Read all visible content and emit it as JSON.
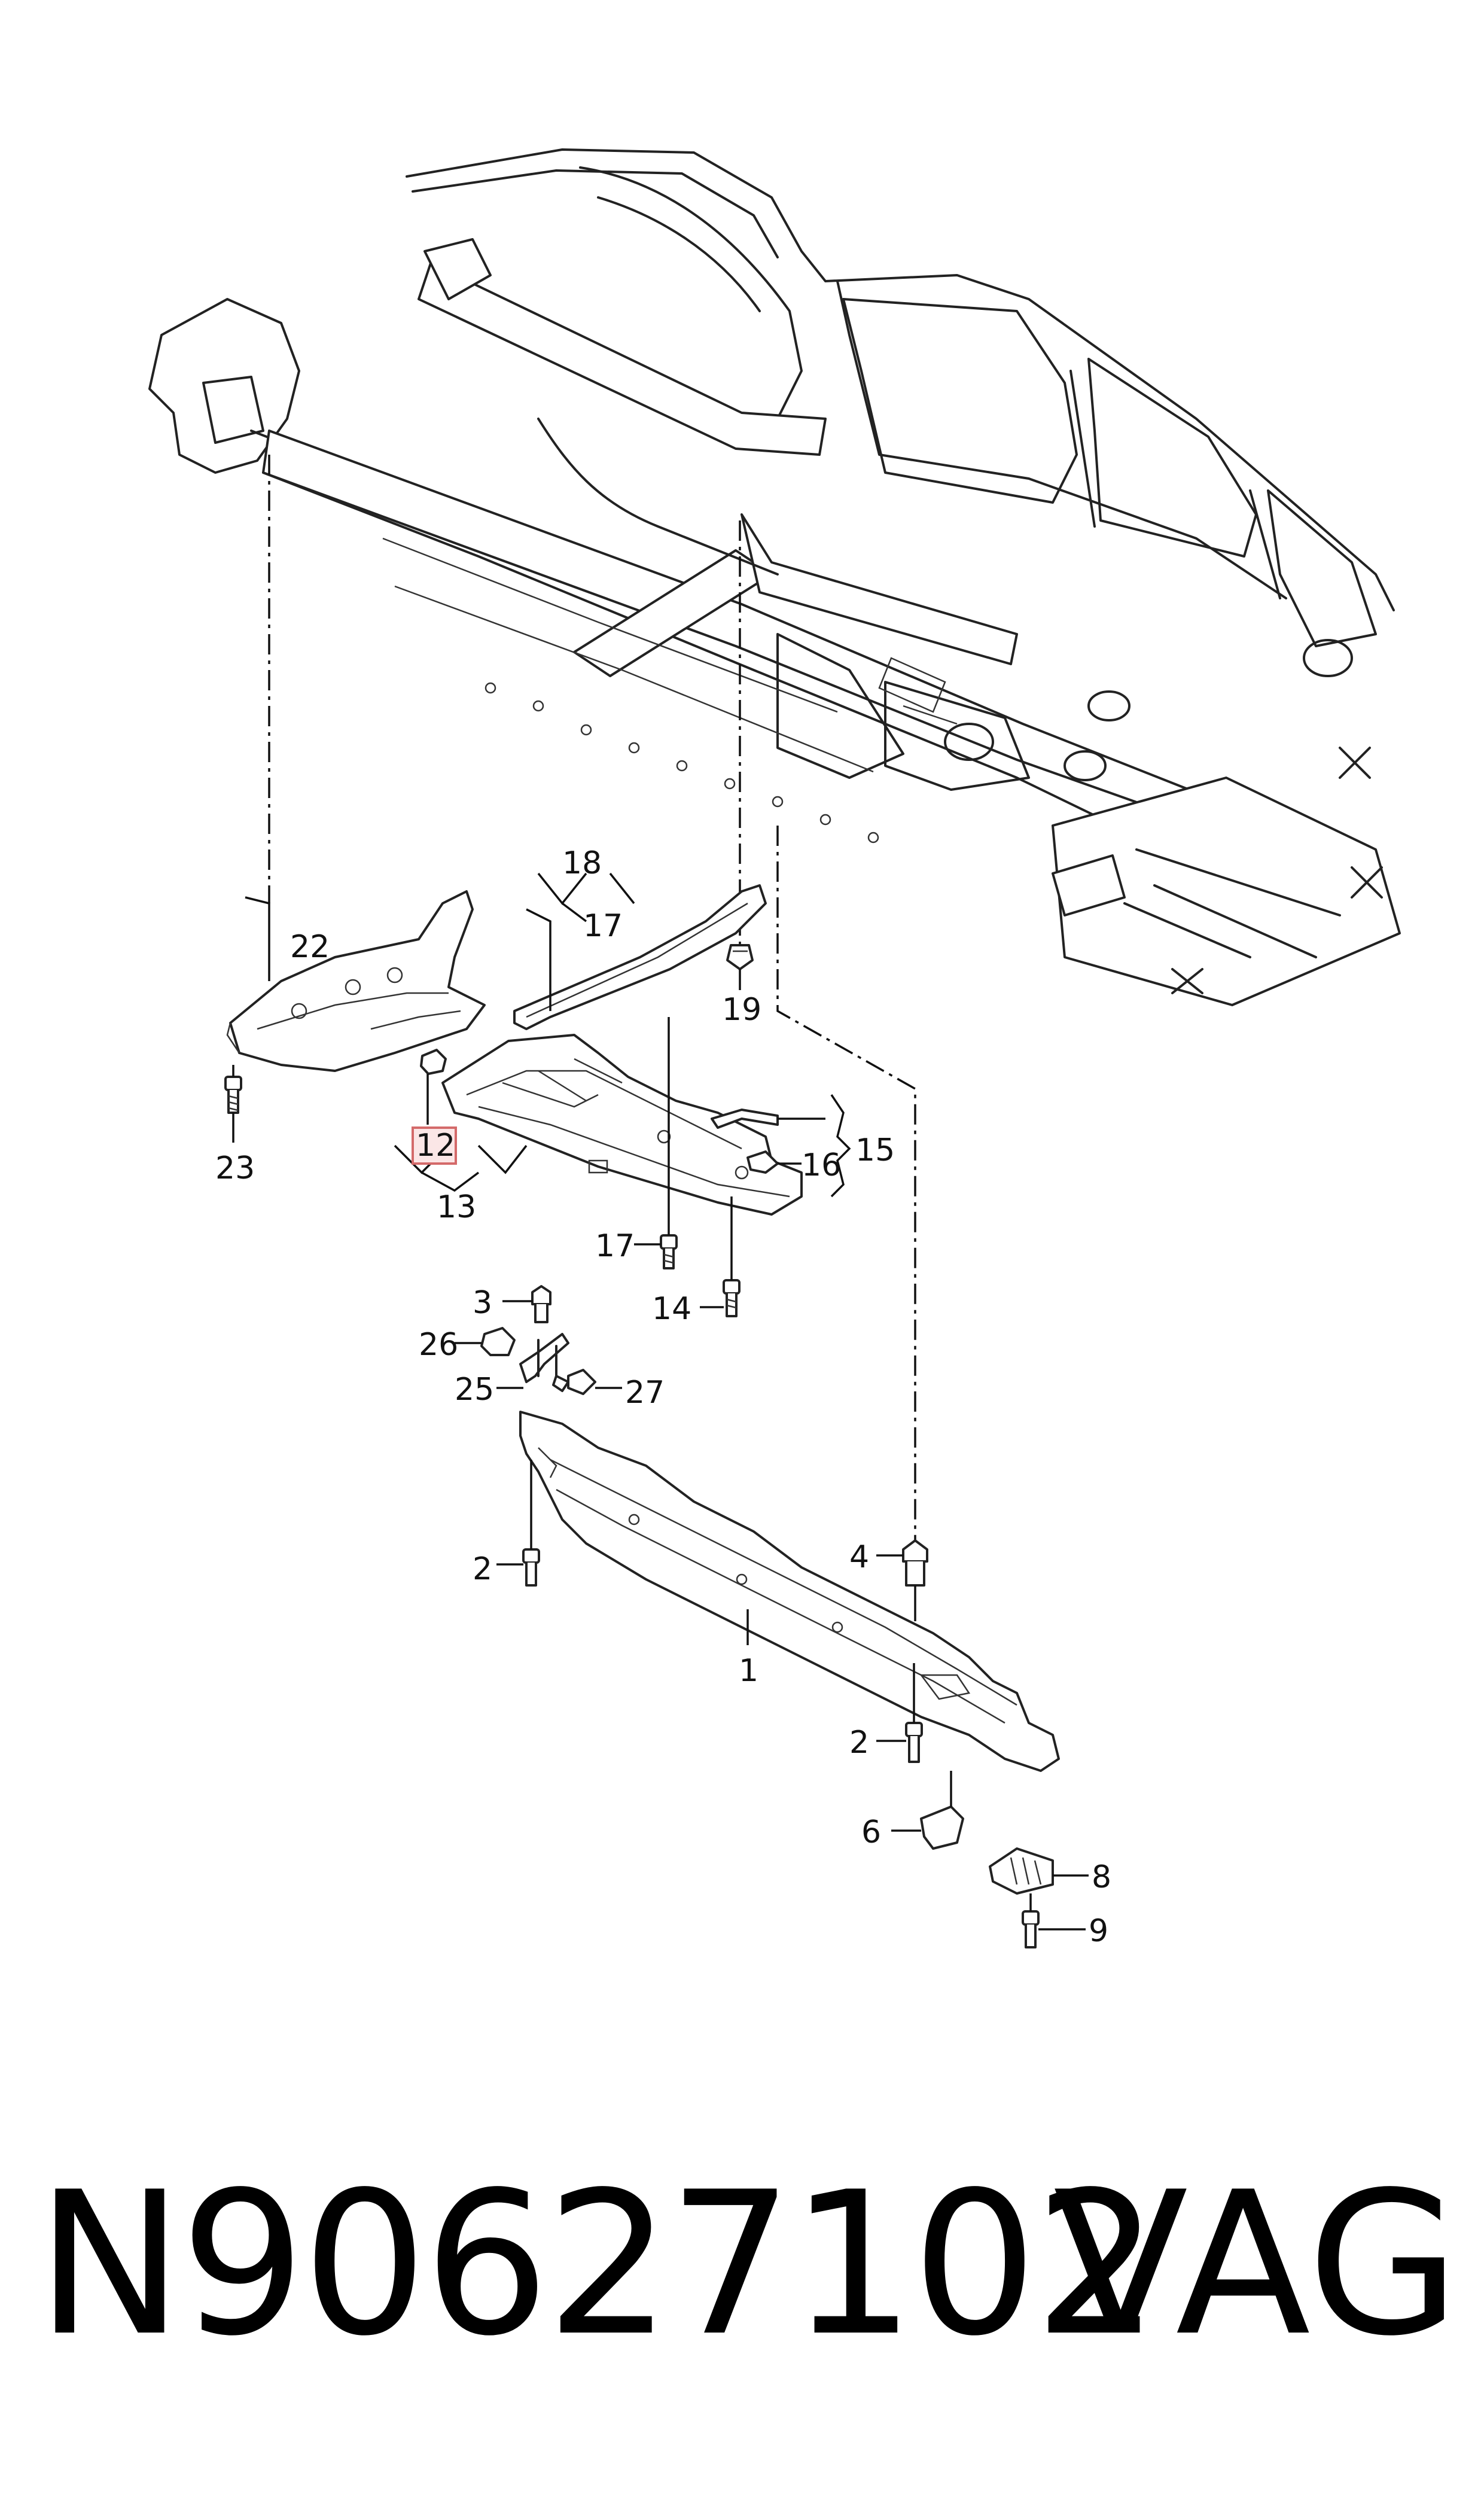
{
  "diagram": {
    "labels": {
      "p1": "1",
      "p2a": "2",
      "p2b": "2",
      "p3": "3",
      "p4": "4",
      "p6": "6",
      "p8": "8",
      "p9": "9",
      "p12": "12",
      "p13": "13",
      "p14": "14",
      "p15": "15",
      "p16": "16",
      "p17a": "17",
      "p17b": "17",
      "p18": "18",
      "p19": "19",
      "p22": "22",
      "p23": "23",
      "p25": "25",
      "p26": "26",
      "p27": "27"
    }
  },
  "footer": {
    "part_number": "N90627102",
    "brand": "VAG"
  },
  "colors": {
    "line": "#222222",
    "highlight_fill": "#fbe6e6",
    "highlight_border": "#d46a6a"
  }
}
